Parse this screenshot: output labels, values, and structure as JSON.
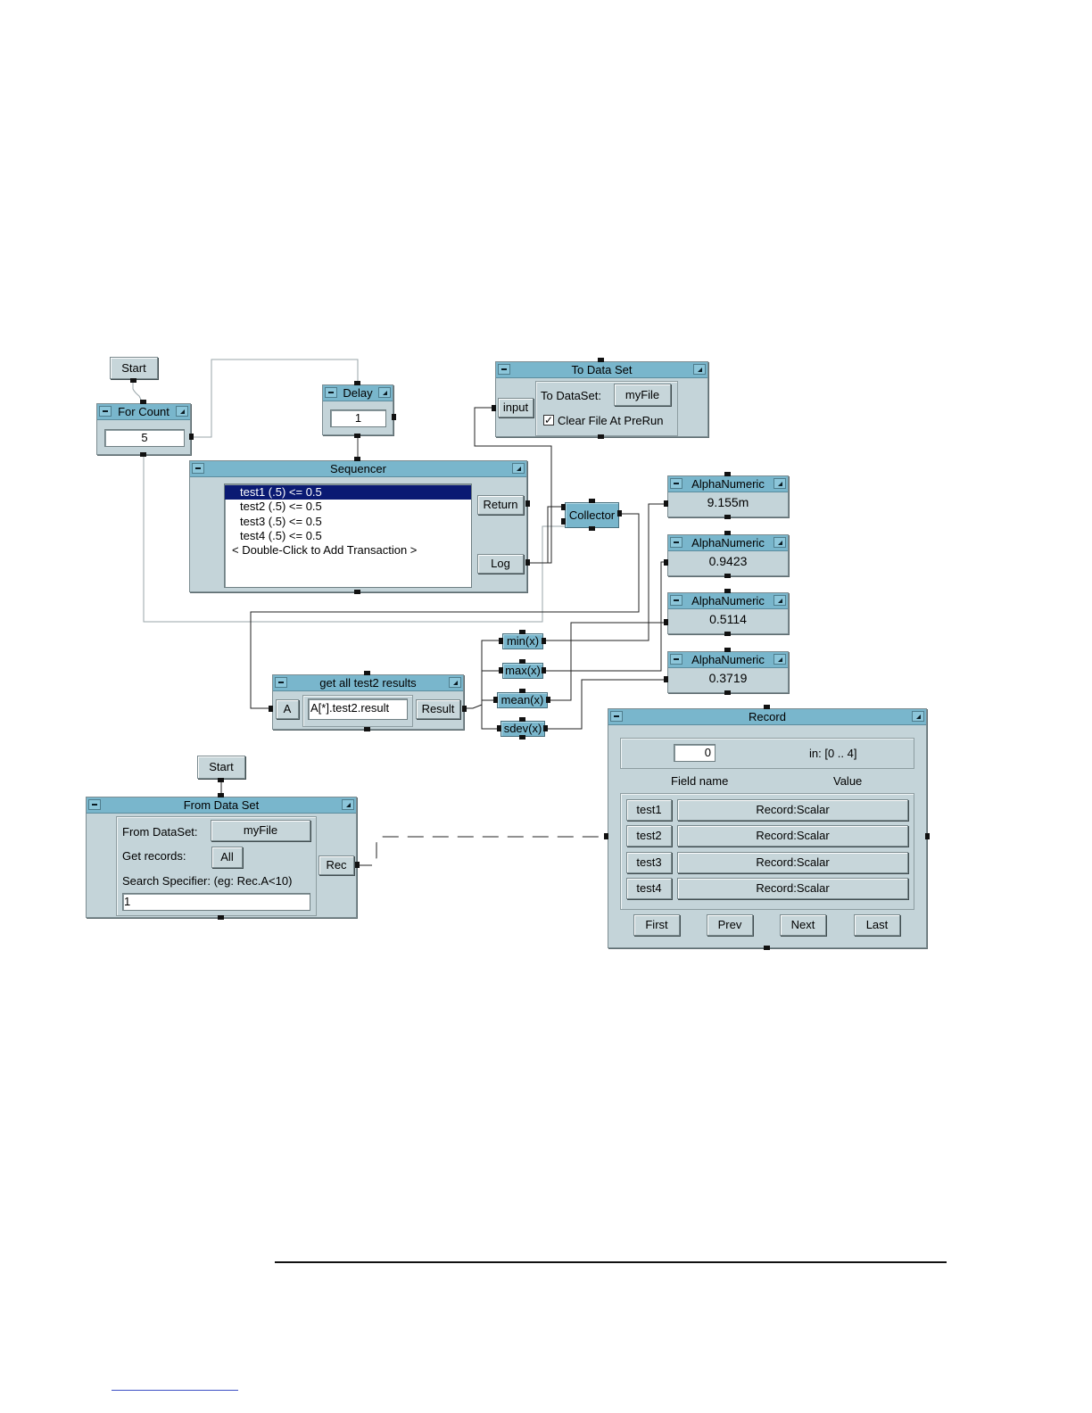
{
  "start_top": {
    "label": "Start"
  },
  "for_count": {
    "title": "For Count",
    "value": "5"
  },
  "delay": {
    "title": "Delay",
    "value": "1"
  },
  "to_data_set": {
    "title": "To Data Set",
    "input_label": "input",
    "dataset_label": "To DataSet:",
    "dataset_value": "myFile",
    "clear_label": "Clear File At PreRun",
    "clear_checked": true
  },
  "sequencer": {
    "title": "Sequencer",
    "transactions": [
      "test1 (.5) <= 0.5",
      "test2 (.5) <= 0.5",
      "test3 (.5) <= 0.5",
      "test4 (.5) <= 0.5",
      "< Double-Click to Add Transaction >"
    ],
    "return_label": "Return",
    "log_label": "Log"
  },
  "collector": {
    "label": "Collector"
  },
  "alphanumerics": [
    {
      "title": "AlphaNumeric",
      "value": "9.155m"
    },
    {
      "title": "AlphaNumeric",
      "value": "0.9423"
    },
    {
      "title": "AlphaNumeric",
      "value": "0.5114"
    },
    {
      "title": "AlphaNumeric",
      "value": "0.3719"
    }
  ],
  "functions": {
    "min": "min(x)",
    "max": "max(x)",
    "mean": "mean(x)",
    "sdev": "sdev(x)"
  },
  "formula": {
    "title": "get all test2 results",
    "input_label": "A",
    "expression": "A[*].test2.result",
    "output_label": "Result"
  },
  "start_bottom": {
    "label": "Start"
  },
  "from_data_set": {
    "title": "From Data Set",
    "dataset_label": "From DataSet:",
    "dataset_value": "myFile",
    "records_label": "Get records:",
    "records_value": "All",
    "search_label": "Search Specifier: (eg: Rec.A<10)",
    "search_value": "1",
    "output_label": "Rec"
  },
  "record": {
    "title": "Record",
    "index_value": "0",
    "range_label": "in: [0 .. 4]",
    "field_header": "Field name",
    "value_header": "Value",
    "fields": [
      {
        "name": "test1",
        "value": "Record:Scalar"
      },
      {
        "name": "test2",
        "value": "Record:Scalar"
      },
      {
        "name": "test3",
        "value": "Record:Scalar"
      },
      {
        "name": "test4",
        "value": "Record:Scalar"
      }
    ],
    "nav": {
      "first": "First",
      "prev": "Prev",
      "next": "Next",
      "last": "Last"
    }
  }
}
